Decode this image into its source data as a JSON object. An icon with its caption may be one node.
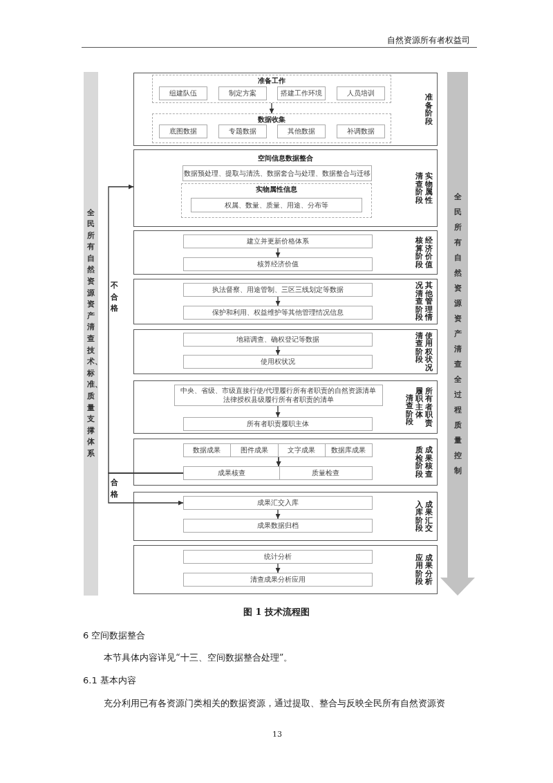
{
  "diagram": {
    "caption": "图 1 技术流程图",
    "nodes": [
      {
        "text": [
          "准备阶段"
        ]
      },
      {
        "text": [
          "准备工作"
        ],
        "in": 0
      },
      {
        "text": [
          "组建队伍"
        ],
        "in": 1
      },
      {
        "text": [
          "制定方案"
        ],
        "in": 1
      },
      {
        "text": [
          "搭建工作环境"
        ],
        "in": 1
      },
      {
        "text": [
          "人员培训"
        ],
        "in": 1
      },
      {
        "text": [
          "数据收集"
        ],
        "in": 0
      },
      {
        "text": [
          "底图数据"
        ],
        "in": 6
      },
      {
        "text": [
          "专题数据"
        ],
        "in": 6
      },
      {
        "text": [
          "其他数据"
        ],
        "in": 6
      },
      {
        "text": [
          "补调数据"
        ],
        "in": 6
      },
      {
        "text": [
          "空间信息数据整合",
          "实物属性清查阶段"
        ]
      },
      {
        "text": [
          "数据预处理、提取与清洗、数据套合与处理、数据整合与迁移"
        ],
        "in": 11
      },
      {
        "text": [
          "实物属性信息"
        ],
        "in": 11
      },
      {
        "text": [
          "权属、数量、质量、用途、分布等"
        ],
        "in": 13
      },
      {
        "text": [
          "经济价值核算阶段"
        ]
      },
      {
        "text": [
          "建立并更新价格体系"
        ],
        "in": 15
      },
      {
        "text": [
          "核算经济价值"
        ],
        "in": 15
      },
      {
        "text": [
          "其他管理情况清查阶段"
        ]
      },
      {
        "text": [
          "执法督察、用途管制、三区三线划定等数据"
        ],
        "in": 18
      },
      {
        "text": [
          "保护和利用、权益维护等其他管理情况信息"
        ],
        "in": 18
      },
      {
        "text": [
          "使用权状况清查阶段"
        ]
      },
      {
        "text": [
          "地籍调查、确权登记等数据"
        ],
        "in": 21
      },
      {
        "text": [
          "使用权状况"
        ],
        "in": 21
      },
      {
        "text": [
          "所有者职责履职主体清查阶段"
        ]
      },
      {
        "text": [
          "中央、省级、市级直接行使/代理履行所有者职责的自然资源清单",
          "法律授权县级履行所有者职责的清单"
        ],
        "in": 24
      },
      {
        "text": [
          "所有者职责履职主体"
        ],
        "in": 24
      },
      {
        "text": [
          "成果核查质检阶段"
        ]
      },
      {
        "text": [
          "数据成果"
        ],
        "in": 27
      },
      {
        "text": [
          "图件成果"
        ],
        "in": 27
      },
      {
        "text": [
          "文字成果"
        ],
        "in": 27
      },
      {
        "text": [
          "数据库成果"
        ],
        "in": 27
      },
      {
        "text": [
          "成果核查"
        ],
        "in": 27
      },
      {
        "text": [
          "质量检查"
        ],
        "in": 27
      },
      {
        "text": [
          "成果汇交入库阶段"
        ]
      },
      {
        "text": [
          "成果汇交入库"
        ],
        "in": 34
      },
      {
        "text": [
          "成果数据归档"
        ],
        "in": 34
      },
      {
        "text": [
          "成果分析应用阶段"
        ]
      },
      {
        "text": [
          "统计分析"
        ],
        "in": 37
      },
      {
        "text": [
          "清查成果分析应用"
        ],
        "in": 37
      },
      {
        "text": [
          "全民所有自然资源资产清查技术、标准、质量支撑体系"
        ]
      },
      {
        "text": [
          "全民所有自然资源资产清查全过程质量控制"
        ]
      }
    ],
    "edges": [
      {
        "from": 1,
        "to": 6,
        "arrow": "to"
      },
      {
        "from": 16,
        "to": 17,
        "arrow": "to"
      },
      {
        "from": 19,
        "to": 20,
        "arrow": "to"
      },
      {
        "from": 22,
        "to": 23,
        "arrow": "to"
      },
      {
        "from": 25,
        "to": 26,
        "arrow": "to"
      },
      {
        "from": 29,
        "to": 32,
        "arrow": "to"
      },
      {
        "from": 30,
        "to": 33,
        "arrow": "to"
      },
      {
        "from": 32,
        "to": 11,
        "arrow": "to",
        "label": "不合格"
      },
      {
        "from": 32,
        "to": 35,
        "arrow": "to",
        "label": "合格"
      },
      {
        "from": 35,
        "to": 36,
        "arrow": "to"
      },
      {
        "from": 38,
        "to": 39,
        "arrow": "to"
      }
    ],
    "labels": [
      "自然资源所有者权益司",
      "6 空间数据整合",
      "本节具体内容详见“十三、空间数据整合处理”。",
      "6.1 基本内容",
      "充分利用已有各资源门类相关的数据资源，通过提取、整合与反映全民所有自然资源资",
      "13"
    ]
  }
}
